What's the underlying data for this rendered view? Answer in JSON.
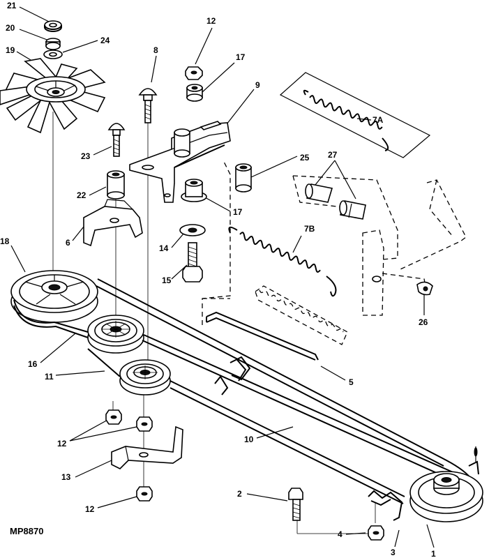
{
  "figure_code": "MP8870",
  "labels": [
    {
      "id": "21",
      "text": "21"
    },
    {
      "id": "20",
      "text": "20"
    },
    {
      "id": "24",
      "text": "24"
    },
    {
      "id": "19",
      "text": "19"
    },
    {
      "id": "12a",
      "text": "12"
    },
    {
      "id": "8",
      "text": "8"
    },
    {
      "id": "17a",
      "text": "17"
    },
    {
      "id": "9",
      "text": "9"
    },
    {
      "id": "7A",
      "text": "7A"
    },
    {
      "id": "27",
      "text": "27"
    },
    {
      "id": "25",
      "text": "25"
    },
    {
      "id": "23",
      "text": "23"
    },
    {
      "id": "22",
      "text": "22"
    },
    {
      "id": "17b",
      "text": "17"
    },
    {
      "id": "6",
      "text": "6"
    },
    {
      "id": "14",
      "text": "14"
    },
    {
      "id": "7B",
      "text": "7B"
    },
    {
      "id": "18",
      "text": "18"
    },
    {
      "id": "15",
      "text": "15"
    },
    {
      "id": "26",
      "text": "26"
    },
    {
      "id": "16",
      "text": "16"
    },
    {
      "id": "11",
      "text": "11"
    },
    {
      "id": "5",
      "text": "5"
    },
    {
      "id": "10",
      "text": "10"
    },
    {
      "id": "12b",
      "text": "12"
    },
    {
      "id": "13",
      "text": "13"
    },
    {
      "id": "2",
      "text": "2"
    },
    {
      "id": "12c",
      "text": "12"
    },
    {
      "id": "4",
      "text": "4"
    },
    {
      "id": "3",
      "text": "3"
    },
    {
      "id": "1",
      "text": "1"
    }
  ]
}
